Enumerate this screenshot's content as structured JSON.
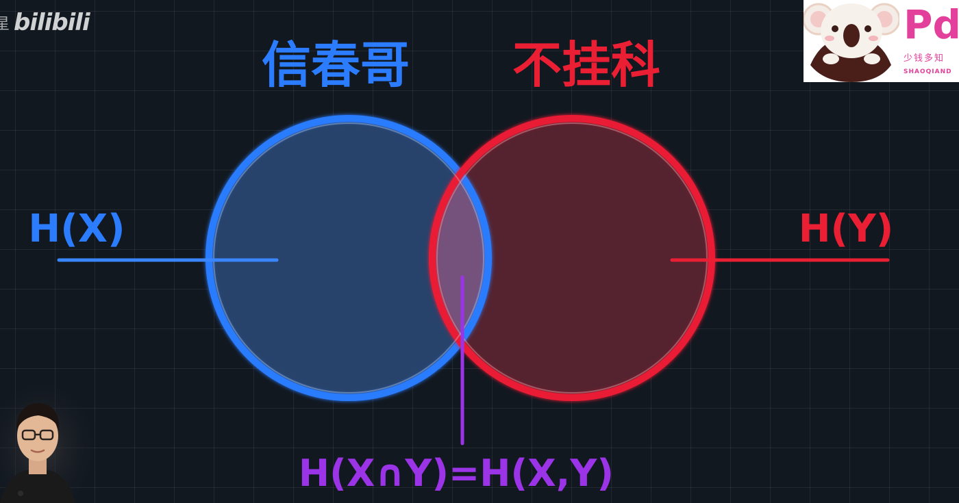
{
  "watermark": {
    "cut_glyph": "星",
    "logo_text": "bilibili"
  },
  "brand": {
    "logo_text": "Pd",
    "slogan": "少钱多知",
    "pinyin": "SHAOQIAND"
  },
  "diagram": {
    "left_title": "信春哥",
    "right_title": "不挂科",
    "left_label": "H(X)",
    "right_label": "H(Y)",
    "bottom_label": "H(X∩Y)=H(X,Y)",
    "colors": {
      "left": "#2b7cff",
      "right": "#ea1f34",
      "intersection": "#9a34e6",
      "background": "#121820"
    }
  }
}
